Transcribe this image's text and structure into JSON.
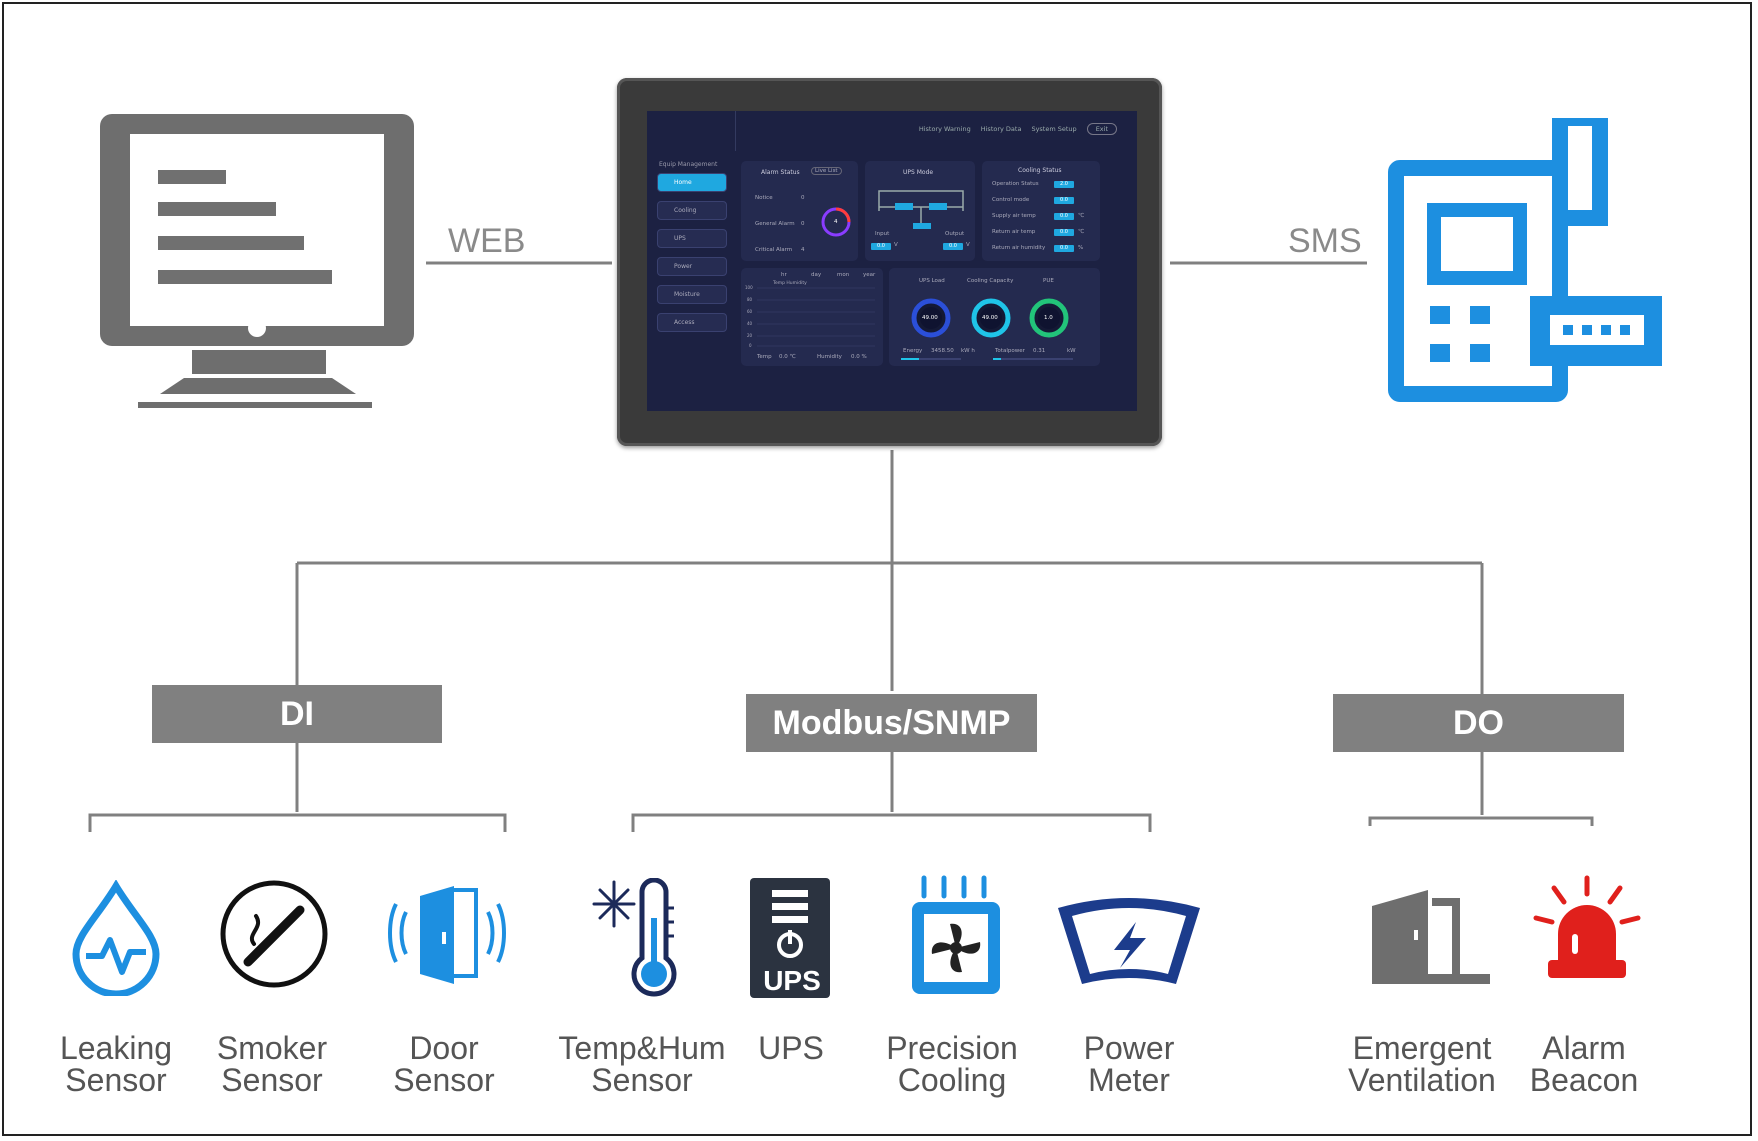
{
  "connections": {
    "web_label": "WEB",
    "sms_label": "SMS"
  },
  "dashboard": {
    "topbar": [
      "History Warning",
      "History Data",
      "System Setup"
    ],
    "exit_label": "Exit",
    "side_title": "Equip Management",
    "side_items": [
      "Home",
      "Cooling",
      "UPS",
      "Power",
      "Moisture",
      "Access"
    ],
    "alarm_status": {
      "title": "Alarm Status",
      "button": "Live List",
      "rows": [
        {
          "label": "Notice",
          "value": "0",
          "color": "#4b7bff"
        },
        {
          "label": "General Alarm",
          "value": "0",
          "color": "#ff9a2a"
        },
        {
          "label": "Critical Alarm",
          "value": "4",
          "color": "#ff3c3c"
        }
      ],
      "total": "4"
    },
    "ups_mode": {
      "title": "UPS Mode",
      "input_label": "Input",
      "output_label": "Output",
      "input_value": "0.0",
      "output_value": "0.0",
      "unit": "V"
    },
    "cooling_status": {
      "title": "Cooling Status",
      "rows": [
        {
          "label": "Operation Status",
          "value": "2.0",
          "unit": ""
        },
        {
          "label": "Control mode",
          "value": "0.0",
          "unit": ""
        },
        {
          "label": "Supply air temp",
          "value": "0.0",
          "unit": "℃"
        },
        {
          "label": "Return air temp",
          "value": "0.0",
          "unit": "℃"
        },
        {
          "label": "Return air humidity",
          "value": "0.0",
          "unit": "%"
        }
      ]
    },
    "trend": {
      "tabs": [
        "hr",
        "day",
        "mon",
        "year"
      ],
      "legend": "Temp  Humidity",
      "y_ticks": [
        "100",
        "80",
        "60",
        "40",
        "20",
        "0"
      ],
      "temp_label": "Temp",
      "temp_value": "0.0 ℃",
      "hum_label": "Humidity",
      "hum_value": "0.0 %"
    },
    "gauges": {
      "titles": [
        "UPS Load",
        "Cooling Capacity",
        "PUE"
      ],
      "values": [
        "49.00",
        "49.00",
        "1.0"
      ],
      "energy_label": "Energy",
      "energy_value": "3458.50",
      "energy_unit": "kW h",
      "total_power_label": "Totalpower",
      "total_power_value": "0.31",
      "total_power_unit": "kW"
    }
  },
  "groups": [
    {
      "label": "DI"
    },
    {
      "label": "Modbus/SNMP"
    },
    {
      "label": "DO"
    }
  ],
  "devices": {
    "leaking": [
      "Leaking",
      "Sensor"
    ],
    "smoke": [
      "Smoker",
      "Sensor"
    ],
    "door": [
      "Door",
      "Sensor"
    ],
    "temphum": [
      "Temp&Hum",
      "Sensor"
    ],
    "ups": [
      "UPS",
      ""
    ],
    "ups_icon_text": "UPS",
    "cooling": [
      "Precision",
      "Cooling"
    ],
    "meter": [
      "Power",
      "Meter"
    ],
    "ventilation": [
      "Emergent",
      "Ventilation"
    ],
    "beacon": [
      "Alarm",
      "Beacon"
    ]
  },
  "colors": {
    "line": "#808080",
    "blue": "#1d8fe0",
    "dark_blue": "#1c3c8c",
    "red": "#e0201c"
  }
}
